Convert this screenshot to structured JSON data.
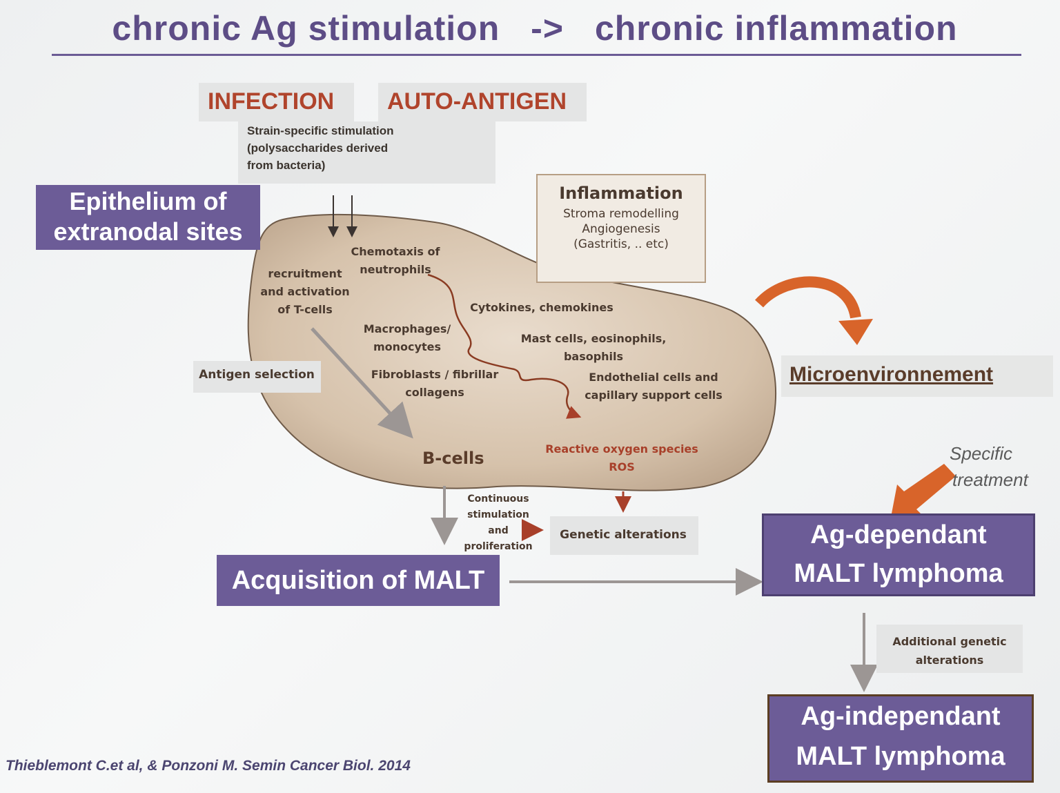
{
  "title": {
    "left": "chronic Ag stimulation",
    "arrow": "->",
    "right": "chronic inflammation"
  },
  "sources": {
    "infection": "INFECTION",
    "auto_antigen": "AUTO-ANTIGEN",
    "strain_note": [
      "Strain-specific stimulation",
      "(polysaccharides derived",
      "from bacteria)"
    ]
  },
  "epithelium": [
    "Epithelium of",
    "extranodal sites"
  ],
  "inflammation_box": {
    "heading": "Inflammation",
    "lines": [
      "Stroma remodelling",
      "Angiogenesis",
      "(Gastritis, .. etc)"
    ]
  },
  "microenvironment": {
    "chemotaxis": [
      "Chemotaxis of",
      "neutrophils"
    ],
    "recruitment": [
      "recruitment",
      "and activation",
      "of T-cells"
    ],
    "cytokines": "Cytokines, chemokines",
    "macrophages": [
      "Macrophages/",
      "monocytes"
    ],
    "mast_cells": [
      "Mast cells, eosinophils,",
      "basophils"
    ],
    "fibroblasts": [
      "Fibroblasts  / fibrillar",
      "collagens"
    ],
    "endothelial": [
      "Endothelial cells and",
      "capillary support cells"
    ],
    "b_cells": "B-cells",
    "ros": [
      "Reactive oxygen species",
      "ROS"
    ]
  },
  "antigen_selection": "Antigen selection",
  "microenvironnement_label": "Microenvironnement",
  "continuous": [
    "Continuous",
    "stimulation",
    "and",
    "proliferation"
  ],
  "genetic_alterations": "Genetic alterations",
  "acquisition": "Acquisition of MALT",
  "ag_dependant": [
    "Ag-dependant",
    "MALT lymphoma"
  ],
  "specific_treatment": [
    "Specific",
    "treatment"
  ],
  "additional_genetic": [
    "Additional genetic",
    "alterations"
  ],
  "ag_independant": [
    "Ag-independant",
    "MALT lymphoma"
  ],
  "citation": "Thieblemont C.et al, & Ponzoni M. Semin Cancer Biol. 2014",
  "colors": {
    "purple": "#6c5c97",
    "blob": "#cdb8a2",
    "orange_arrow": "#d8642a",
    "red_text": "#a8402a"
  }
}
